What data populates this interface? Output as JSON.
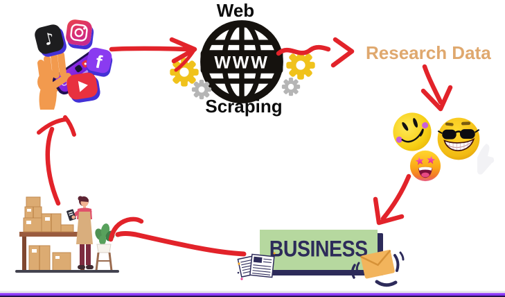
{
  "labels": {
    "web": "Web",
    "scraping": "Scraping",
    "www": "WWW",
    "research_data": "Research Data",
    "business": "BUSINESS"
  },
  "icons": {
    "tiktok_glyph": "♪",
    "facebook_glyph": "f"
  },
  "colors": {
    "arrow_red": "#e2232a",
    "research_tan": "#dfa86e",
    "business_green": "#b6d89f",
    "navy": "#2d2b5a",
    "gear_yellow": "#f0c21c",
    "gear_gray": "#b5b5b5",
    "emoji_yellow": "#f6ce13",
    "accent_purple_bar": "#8b3af5",
    "icon_depth_blue": "#4331d6",
    "youtube_red": "#e8313f",
    "facebook_purple": "#8a3bf0",
    "tiktok_black": "#1d1d1f",
    "envelope_orange": "#f2b45c",
    "box_tan": "#dcab72"
  }
}
